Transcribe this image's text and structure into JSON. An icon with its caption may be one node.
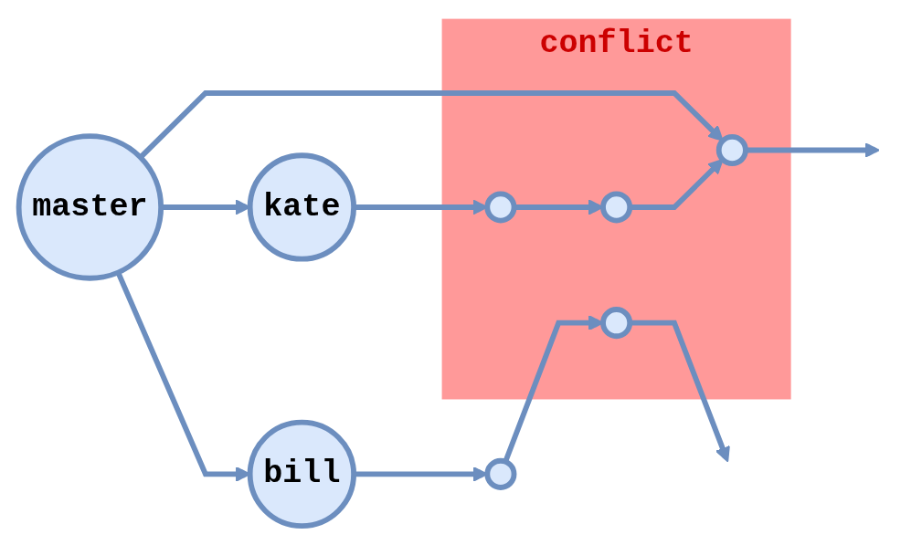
{
  "diagram": {
    "nodes": [
      {
        "text": [
          "master"
        ]
      },
      {
        "text": [
          "kate"
        ]
      },
      {
        "text": [
          "bill"
        ]
      },
      {
        "text": [
          "conflict"
        ]
      },
      {
        "text": [],
        "shape": "circle",
        "in": 3
      },
      {
        "text": [],
        "shape": "circle",
        "in": 3
      },
      {
        "text": [],
        "shape": "circle",
        "in": 3
      },
      {
        "text": [],
        "shape": "circle"
      },
      {
        "text": [],
        "shape": "circle",
        "in": 3
      }
    ],
    "edges": [
      {
        "from": 0,
        "to": 1,
        "arrow": "to"
      },
      {
        "from": 0,
        "to": 6,
        "arrow": "to"
      },
      {
        "from": 0,
        "to": 2,
        "arrow": "to"
      },
      {
        "from": 1,
        "to": 4,
        "arrow": "to"
      },
      {
        "from": 4,
        "to": 5,
        "arrow": "to"
      },
      {
        "from": 5,
        "to": 6,
        "arrow": "to"
      },
      {
        "from": 6,
        "to": null,
        "arrow": "to"
      },
      {
        "from": 2,
        "to": 7,
        "arrow": "to"
      },
      {
        "from": 7,
        "to": 8,
        "arrow": "to"
      },
      {
        "from": 8,
        "to": null,
        "arrow": "to"
      }
    ]
  }
}
